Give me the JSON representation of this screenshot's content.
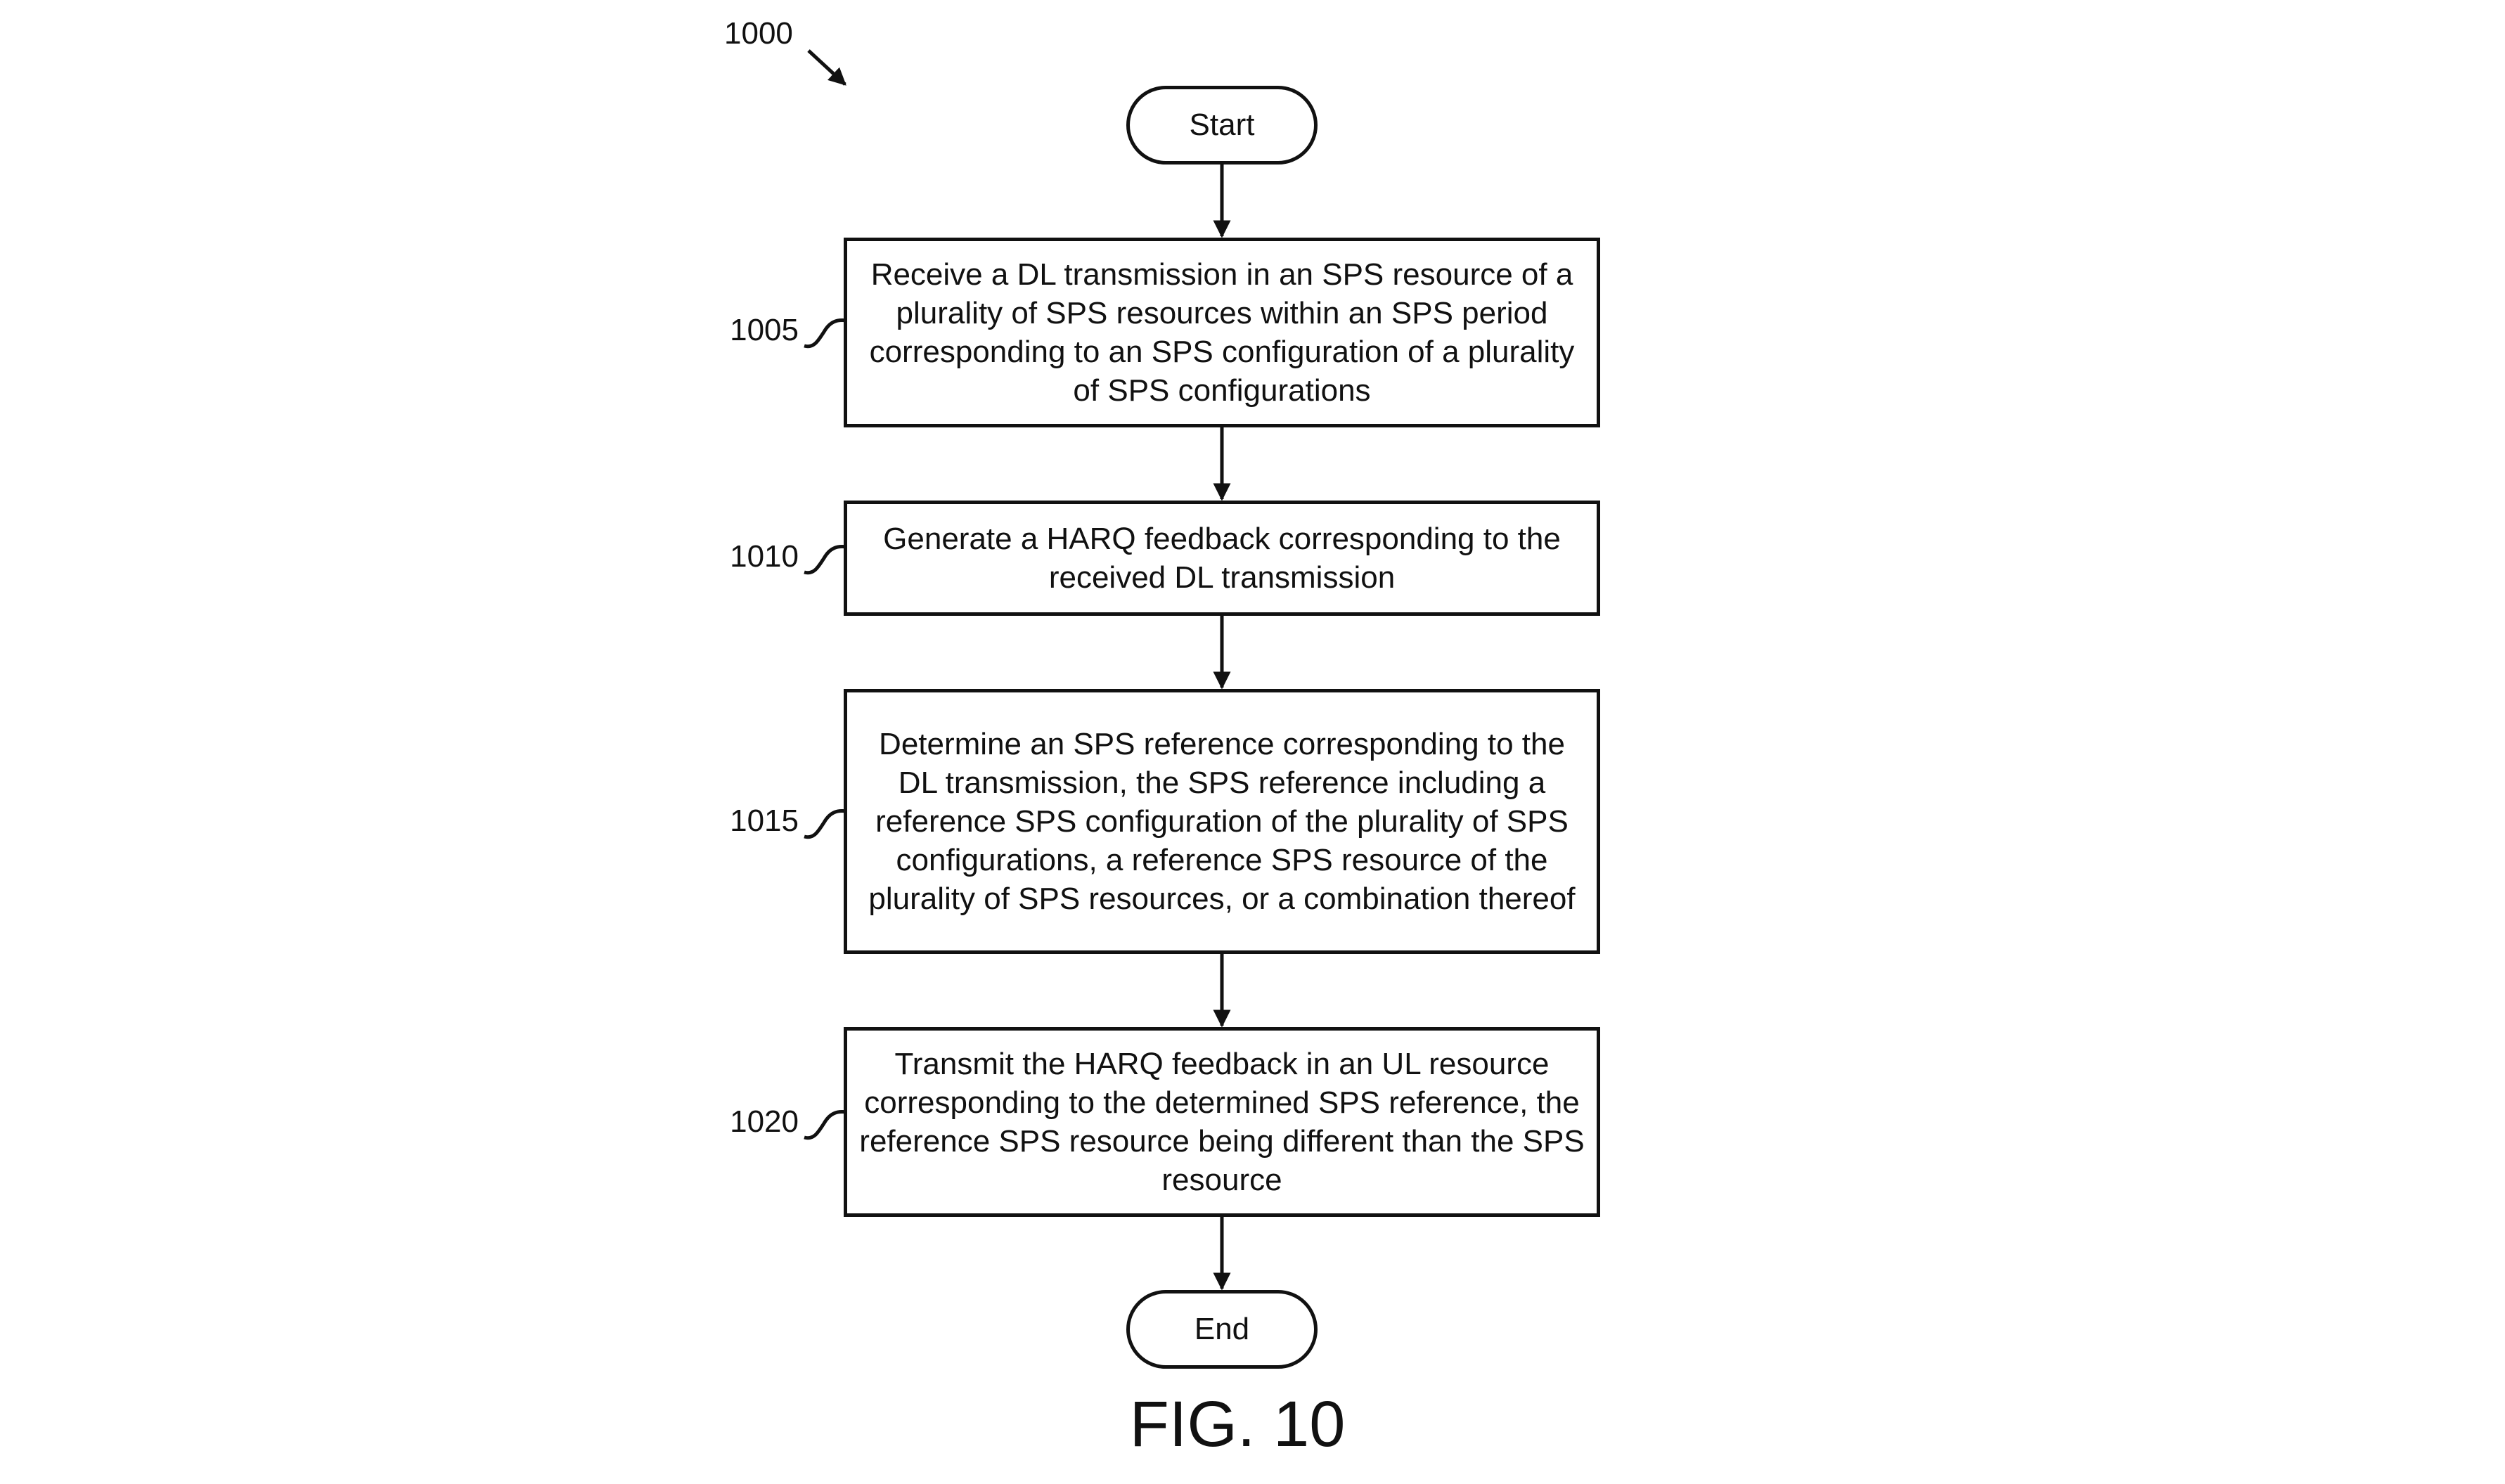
{
  "diagram": {
    "number": "1000",
    "figure_label": "FIG. 10",
    "start": "Start",
    "end": "End",
    "steps": [
      {
        "ref": "1005",
        "text": "Receive a DL transmission in an SPS resource of a plurality of SPS resources within an SPS period corresponding to an SPS configuration of a plurality of SPS configurations"
      },
      {
        "ref": "1010",
        "text": "Generate a HARQ feedback corresponding to the received DL transmission"
      },
      {
        "ref": "1015",
        "text": "Determine an SPS reference corresponding to the DL transmission, the SPS reference including a reference SPS configuration of the plurality of SPS configurations, a reference SPS resource of the plurality of SPS resources, or a combination thereof"
      },
      {
        "ref": "1020",
        "text": "Transmit the HARQ feedback in an UL resource corresponding to the determined SPS reference, the reference SPS resource being different than the SPS resource"
      }
    ]
  }
}
